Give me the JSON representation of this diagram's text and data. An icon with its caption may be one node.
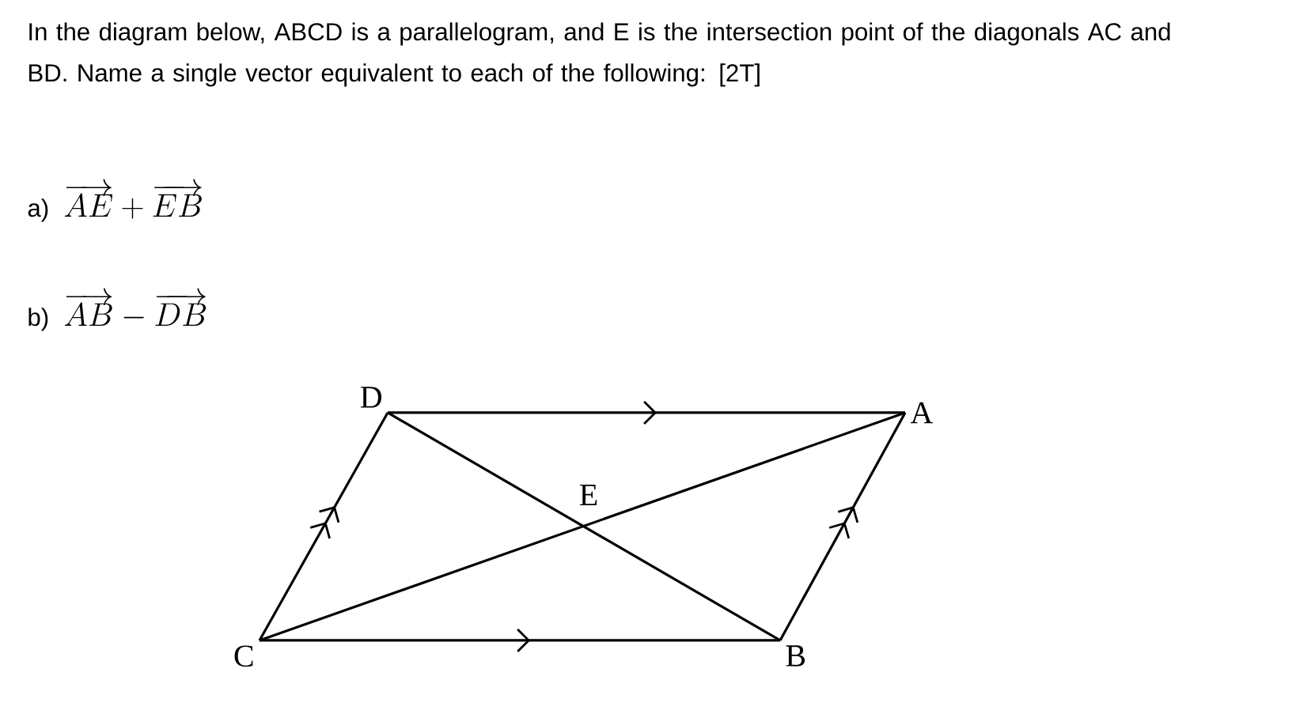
{
  "diagram": {
    "nodes": [
      {
        "text": [
          "D"
        ]
      },
      {
        "text": [
          "A"
        ]
      },
      {
        "text": [
          "C"
        ]
      },
      {
        "text": [
          "B"
        ]
      }
    ],
    "edges": [
      {
        "from": 0,
        "to": 1,
        "arrow": "to"
      },
      {
        "from": 2,
        "to": 3,
        "arrow": "to"
      },
      {
        "from": 2,
        "to": 0,
        "arrow": "to"
      },
      {
        "from": 3,
        "to": 1,
        "arrow": "to"
      },
      {
        "from": 0,
        "to": 3,
        "arrow": "none"
      },
      {
        "from": 2,
        "to": 1,
        "arrow": "none"
      }
    ],
    "labels": [
      "In the diagram below, ABCD is a parallelogram, and E is the intersection point of the diagonals AC and BD. Name a single vector equivalent to each of the following: [2T]",
      "a)",
      "\\overrightarrow{AE}+\\overrightarrow{EB}",
      "b)",
      "\\overrightarrow{AB}-\\overrightarrow{DB}",
      "E"
    ]
  }
}
